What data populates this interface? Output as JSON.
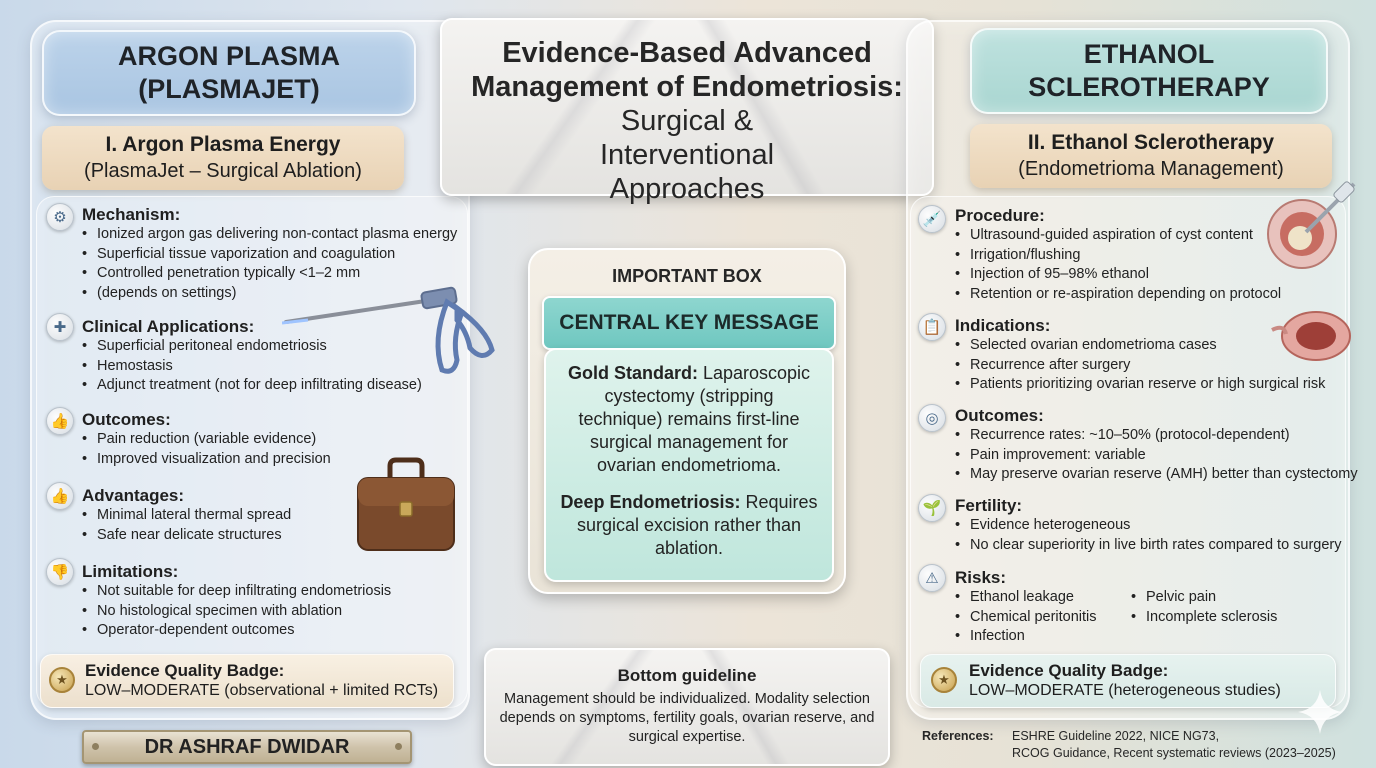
{
  "header": {
    "title_bold": "Evidence-Based Advanced Management of Endometriosis:",
    "title_normal": "Surgical & Interventional Approaches"
  },
  "left": {
    "column_title": "ARGON PLASMA\n(PLASMAJET)",
    "subtitle_1": "I. Argon Plasma Energy",
    "subtitle_2": "(PlasmaJet – Surgical Ablation)",
    "sections": [
      {
        "heading": "Mechanism:",
        "icon": "gear-icon",
        "items": [
          "Ionized argon gas delivering non-contact plasma energy",
          "Superficial tissue vaporization and coagulation",
          "Controlled penetration typically <1–2 mm",
          "(depends on settings)"
        ]
      },
      {
        "heading": "Clinical Applications:",
        "icon": "medical-kit-icon",
        "items": [
          "Superficial peritoneal endometriosis",
          "Hemostasis",
          "Adjunct treatment (not for deep infiltrating disease)"
        ]
      },
      {
        "heading": "Outcomes:",
        "icon": "thumbs-up-icon",
        "items": [
          "Pain reduction (variable evidence)",
          "Improved visualization and precision"
        ]
      },
      {
        "heading": "Advantages:",
        "icon": "thumbs-up-icon",
        "items": [
          "Minimal lateral thermal spread",
          "Safe near delicate structures"
        ]
      },
      {
        "heading": "Limitations:",
        "icon": "thumbs-down-icon",
        "items": [
          "Not suitable for deep infiltrating endometriosis",
          "No histological specimen with ablation",
          "Operator-dependent outcomes"
        ]
      }
    ],
    "badge_heading": "Evidence Quality Badge:",
    "badge_text": "LOW–MODERATE (observational + limited RCTs)"
  },
  "center": {
    "box_label": "IMPORTANT BOX",
    "key_title": "CENTRAL KEY MESSAGE",
    "gold_label": "Gold Standard:",
    "gold_text": "Laparoscopic cystectomy (stripping technique) remains first-line surgical management for ovarian endometrioma.",
    "deep_label": "Deep Endometriosis:",
    "deep_text": "Requires surgical excision rather than ablation.",
    "guideline_heading": "Bottom guideline",
    "guideline_text": "Management should be individualized. Modality selection depends on symptoms, fertility goals, ovarian reserve, and surgical expertise."
  },
  "author": "DR ASHRAF DWIDAR",
  "right": {
    "column_title": "ETHANOL\nSCLEROTHERAPY",
    "subtitle_1": "II. Ethanol Sclerotherapy",
    "subtitle_2": "(Endometrioma Management)",
    "sections": [
      {
        "heading": "Procedure:",
        "icon": "syringe-icon",
        "items": [
          "Ultrasound-guided aspiration of cyst content",
          "Irrigation/flushing",
          "Injection of 95–98% ethanol",
          "Retention or re-aspiration depending on protocol"
        ]
      },
      {
        "heading": "Indications:",
        "icon": "clipboard-icon",
        "items": [
          "Selected ovarian endometrioma cases",
          "Recurrence after surgery",
          "Patients prioritizing ovarian reserve or high surgical risk"
        ]
      },
      {
        "heading": "Outcomes:",
        "icon": "target-icon",
        "items": [
          "Recurrence rates: ~10–50% (protocol-dependent)",
          "Pain improvement: variable",
          "May preserve ovarian reserve (AMH) better than cystectomy"
        ]
      },
      {
        "heading": "Fertility:",
        "icon": "sprout-icon",
        "items": [
          "Evidence heterogeneous",
          "No clear superiority in live birth rates compared to surgery"
        ]
      }
    ],
    "risks_heading": "Risks:",
    "risks_icon": "warning-icon",
    "risks_col1": [
      "Ethanol leakage",
      "Chemical peritonitis",
      "Infection"
    ],
    "risks_col2": [
      "Pelvic pain",
      "Incomplete sclerosis"
    ],
    "badge_heading": "Evidence Quality Badge:",
    "badge_text": "LOW–MODERATE (heterogeneous studies)"
  },
  "references": {
    "label": "References:",
    "line1": "ESHRE Guideline 2022, NICE NG73,",
    "line2": "RCOG Guidance, Recent systematic reviews (2023–2025)"
  }
}
